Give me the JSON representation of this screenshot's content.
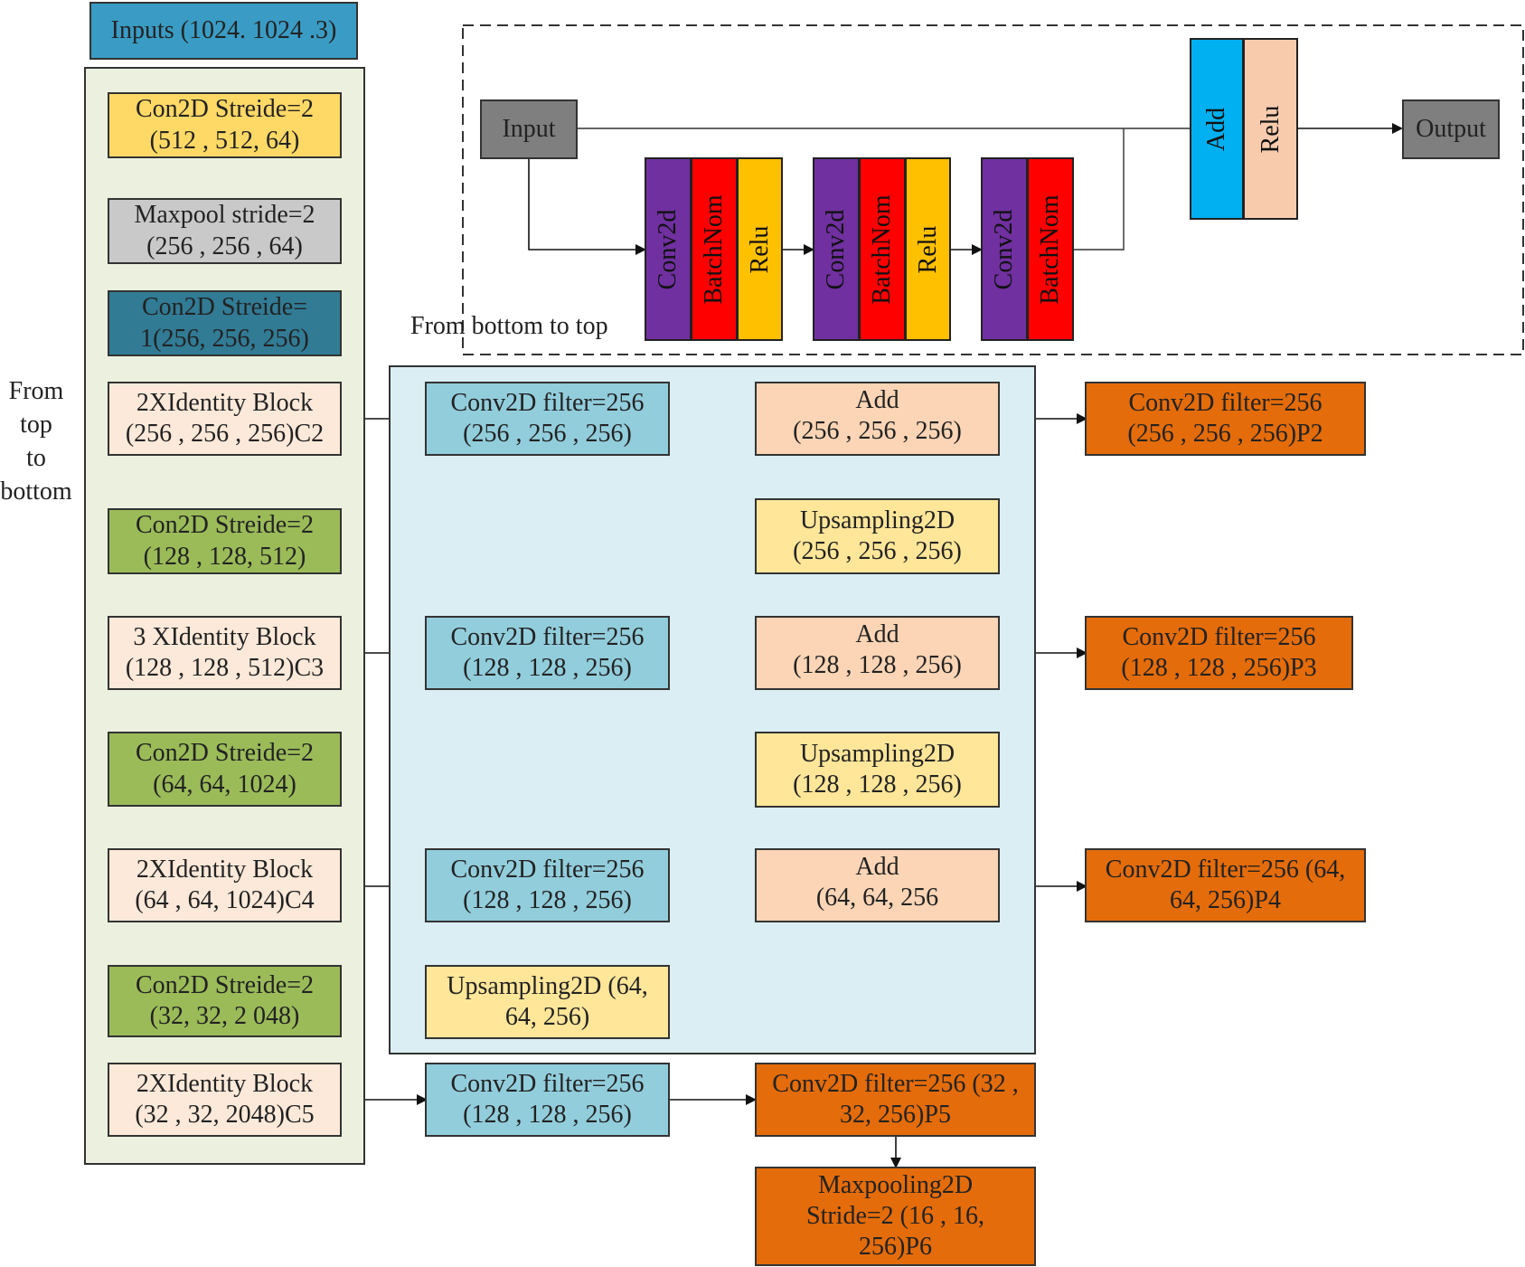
{
  "colors": {
    "inputs_header": "#3a9cc4",
    "backbone_panel": "#ebf1de",
    "fpn_panel": "#daeef3",
    "yellow_box": "#ffd966",
    "grey_box": "#c9c9c9",
    "teal_box": "#317b95",
    "peach_box": "#fde9d9",
    "green_box": "#9bbb59",
    "cyan_box": "#92cddc",
    "add_box": "#fbd5b5",
    "upsample_box": "#ffe699",
    "orange_box": "#e46c0a",
    "conv_purple": "#7030a0",
    "batchnorm_red": "#ff0000",
    "relu_yellow": "#ffc000",
    "add_blue": "#00b0f0",
    "relu_peach": "#f8cbad",
    "io_grey": "#7f7f7f"
  },
  "header": {
    "inputs": "Inputs (1024. 1024 .3)"
  },
  "labels": {
    "top_to_bottom": [
      "From",
      "top",
      "to",
      "bottom"
    ],
    "bottom_to_top": "From bottom to top"
  },
  "backbone": [
    {
      "line1": "Con2D Streide=2",
      "line2": "(512 , 512, 64)"
    },
    {
      "line1": "Maxpool stride=2",
      "line2": "(256 , 256 , 64)"
    },
    {
      "line1": "Con2D Streide=",
      "line2": "1(256, 256, 256)"
    },
    {
      "line1": "2XIdentity Block",
      "line2": "(256 , 256 , 256)C2"
    },
    {
      "line1": "Con2D Streide=2",
      "line2": "(128 , 128, 512)"
    },
    {
      "line1": "3 XIdentity Block",
      "line2": "(128 , 128 , 512)C3"
    },
    {
      "line1": "Con2D Streide=2",
      "line2": "(64, 64, 1024)"
    },
    {
      "line1": "2XIdentity Block",
      "line2": "(64 , 64, 1024)C4"
    },
    {
      "line1": "Con2D Streide=2",
      "line2": "(32, 32, 2 048)"
    },
    {
      "line1": "2XIdentity Block",
      "line2": "(32 , 32, 2048)C5"
    }
  ],
  "lateral": [
    {
      "line1": "Conv2D filter=256",
      "line2": "(256 , 256 , 256)"
    },
    {
      "line1": "Conv2D filter=256",
      "line2": "(128 , 128 , 256)"
    },
    {
      "line1": "Conv2D filter=256",
      "line2": "(128 , 128 , 256)"
    },
    {
      "line1": "Upsampling2D (64,",
      "line2": "64, 256)"
    },
    {
      "line1": "Conv2D filter=256",
      "line2": "(128 , 128 , 256)"
    }
  ],
  "merge": [
    {
      "line1": "Add",
      "line2": "(256 , 256 , 256)"
    },
    {
      "line1": "Upsampling2D",
      "line2": "(256 , 256 , 256)"
    },
    {
      "line1": "Add",
      "line2": "(128 , 128 , 256)"
    },
    {
      "line1": "Upsampling2D",
      "line2": "(128 , 128 , 256)"
    },
    {
      "line1": "Add",
      "line2": "(64, 64, 256"
    }
  ],
  "outputs": [
    {
      "line1": "Conv2D filter=256",
      "line2": "(256 , 256 , 256)P2"
    },
    {
      "line1": "Conv2D filter=256",
      "line2": "(128 , 128 , 256)P3"
    },
    {
      "line1": "Conv2D filter=256 (64,",
      "line2": "64, 256)P4"
    },
    {
      "line1": "Conv2D filter=256 (32 ,",
      "line2": "32, 256)P5"
    },
    {
      "line1": "Maxpooling2D",
      "line2": "Stride=2 (16 , 16,",
      "line3": "256)P6"
    }
  ],
  "residual_block": {
    "input": "Input",
    "output": "Output",
    "conv": "Conv2d",
    "batchnorm": "BatchNom",
    "relu": "Relu",
    "add": "Add"
  }
}
